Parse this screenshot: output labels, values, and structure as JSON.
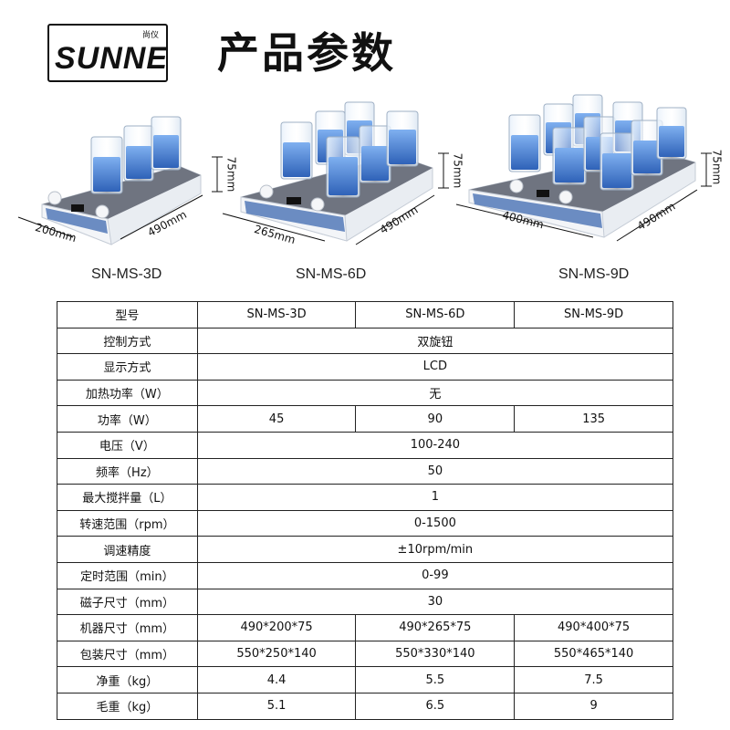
{
  "brand": {
    "logo_small_text": "尚仪",
    "logo_text": "SUNNE"
  },
  "title": "产品参数",
  "colors": {
    "plate_top": "#6f7480",
    "plate_body": "#e9edf2",
    "front_panel": "#6b8cc2",
    "beaker_liquid": "#4f86d6"
  },
  "products": [
    {
      "model": "SN-MS-3D",
      "dims": {
        "width": "200mm",
        "depth": "490mm",
        "height": "75mm"
      }
    },
    {
      "model": "SN-MS-6D",
      "dims": {
        "width": "265mm",
        "depth": "490mm",
        "height": "75mm"
      }
    },
    {
      "model": "SN-MS-9D",
      "dims": {
        "width": "400mm",
        "depth": "490mm",
        "height": "75mm"
      }
    }
  ],
  "table": {
    "header": {
      "label": "型号",
      "models": [
        "SN-MS-3D",
        "SN-MS-6D",
        "SN-MS-9D"
      ]
    },
    "rows": [
      {
        "label": "控制方式",
        "span": "双旋钮"
      },
      {
        "label": "显示方式",
        "span": "LCD"
      },
      {
        "label": "加热功率（W）",
        "span": "无"
      },
      {
        "label": "功率（W）",
        "values": [
          "45",
          "90",
          "135"
        ]
      },
      {
        "label": "电压（V）",
        "span": "100-240"
      },
      {
        "label": "频率（Hz）",
        "span": "50"
      },
      {
        "label": "最大搅拌量（L）",
        "span": "1"
      },
      {
        "label": "转速范围（rpm）",
        "span": "0-1500"
      },
      {
        "label": "调速精度",
        "span": "±10rpm/min"
      },
      {
        "label": "定时范围（min）",
        "span": "0-99"
      },
      {
        "label": "磁子尺寸（mm）",
        "span": "30"
      },
      {
        "label": "机器尺寸（mm）",
        "values": [
          "490*200*75",
          "490*265*75",
          "490*400*75"
        ]
      },
      {
        "label": "包装尺寸（mm）",
        "values": [
          "550*250*140",
          "550*330*140",
          "550*465*140"
        ]
      },
      {
        "label": "净重（kg）",
        "values": [
          "4.4",
          "5.5",
          "7.5"
        ]
      },
      {
        "label": "毛重（kg）",
        "values": [
          "5.1",
          "6.5",
          "9"
        ]
      }
    ]
  }
}
